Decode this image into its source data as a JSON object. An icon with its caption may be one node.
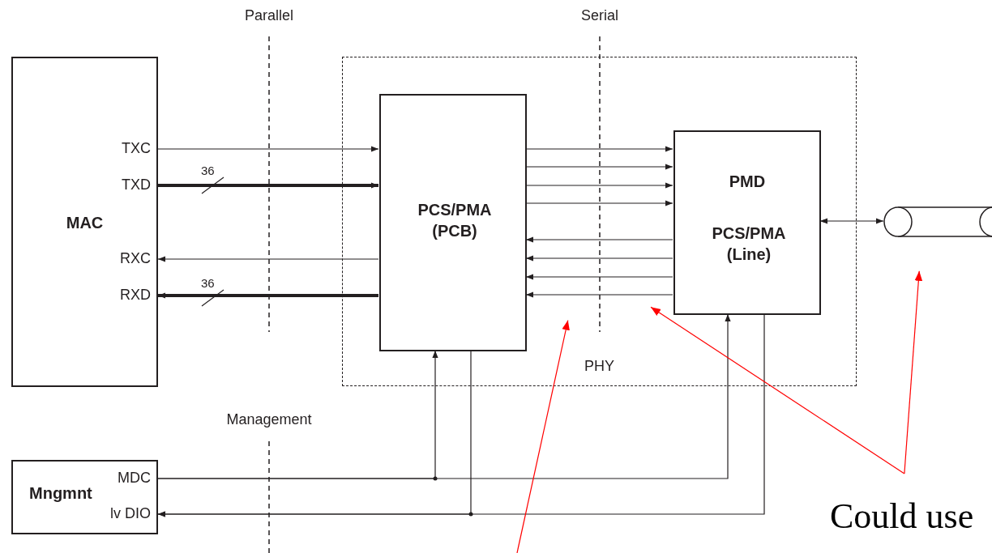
{
  "diagram": {
    "nodes": [
      {
        "text": [
          "MAC"
        ]
      },
      {
        "text": [
          "PHY"
        ]
      },
      {
        "text": [
          "PCS/PMA (PCB)"
        ],
        "in": 1
      },
      {
        "text": [
          "PMD",
          "PCS/PMA (Line)"
        ],
        "in": 1
      },
      {
        "text": [],
        "shape": "cylinder"
      },
      {
        "text": [
          "Mngmnt"
        ]
      },
      {
        "text": [
          "Could use"
        ]
      }
    ],
    "edges": [
      {
        "from": 0,
        "to": 2,
        "arrow": "to"
      },
      {
        "from": 0,
        "to": 2,
        "arrow": "to",
        "label": "36",
        "style": "thick"
      },
      {
        "from": 2,
        "to": 0,
        "arrow": "to"
      },
      {
        "from": 2,
        "to": 0,
        "arrow": "to",
        "label": "36",
        "style": "thick"
      },
      {
        "from": 2,
        "to": 3,
        "arrow": "to"
      },
      {
        "from": 2,
        "to": 3,
        "arrow": "to"
      },
      {
        "from": 2,
        "to": 3,
        "arrow": "to"
      },
      {
        "from": 2,
        "to": 3,
        "arrow": "to"
      },
      {
        "from": 3,
        "to": 2,
        "arrow": "to"
      },
      {
        "from": 3,
        "to": 2,
        "arrow": "to"
      },
      {
        "from": 3,
        "to": 2,
        "arrow": "to"
      },
      {
        "from": 3,
        "to": 2,
        "arrow": "to"
      },
      {
        "from": 3,
        "to": 4,
        "arrow": "both"
      },
      {
        "from": 5,
        "to": 2,
        "arrow": "to"
      },
      {
        "from": 5,
        "to": 3,
        "arrow": "to"
      },
      {
        "from": 2,
        "to": 5,
        "arrow": "to"
      },
      {
        "from": 3,
        "to": 5,
        "arrow": "to"
      },
      {
        "from": 6,
        "to": 4,
        "arrow": "to",
        "color": "#ff0000"
      },
      {
        "from": 6,
        "to": 1,
        "arrow": "to",
        "color": "#ff0000"
      },
      {
        "from": null,
        "to": 1,
        "arrow": "to",
        "color": "#ff0000"
      }
    ],
    "labels": [
      "Parallel",
      "Serial",
      "TXC",
      "TXD",
      "RXC",
      "RXD",
      "Management",
      "MDC",
      "lv DIO"
    ]
  }
}
